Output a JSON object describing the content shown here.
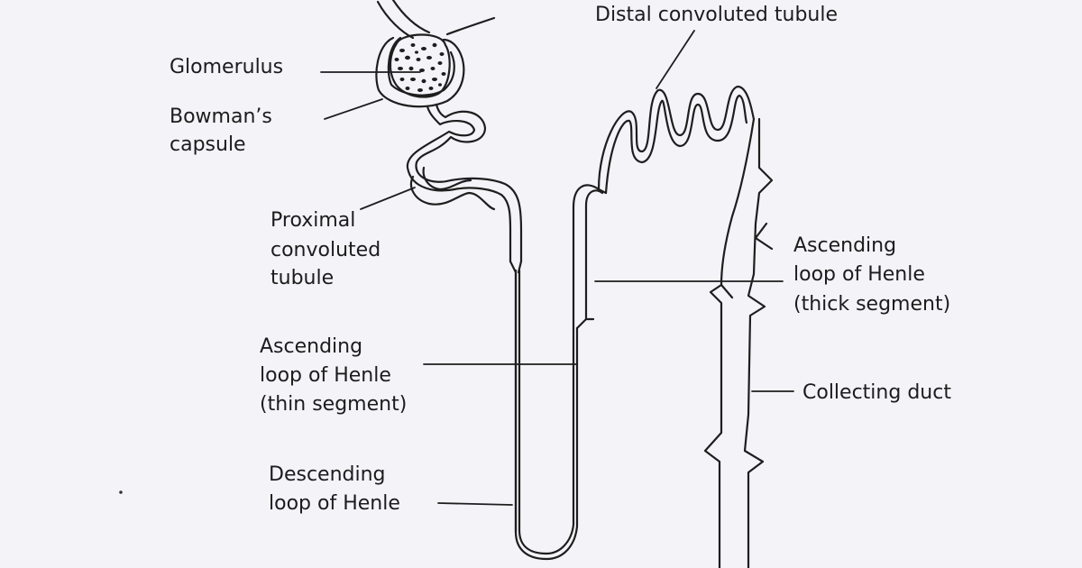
{
  "diagram": {
    "labels": {
      "glomerulus": "Glomerulus",
      "bowmans_capsule": [
        "Bowman’s",
        "capsule"
      ],
      "proximal_convoluted_tubule": [
        "Proximal",
        "convoluted",
        "tubule"
      ],
      "distal_convoluted_tubule": "Distal convoluted tubule",
      "ascending_thick": [
        "Ascending",
        "loop of Henle",
        "(thick segment)"
      ],
      "ascending_thin": [
        "Ascending",
        "loop of Henle",
        "(thin segment)"
      ],
      "descending": [
        "Descending",
        "loop of Henle"
      ],
      "collecting_duct": "Collecting duct"
    }
  }
}
